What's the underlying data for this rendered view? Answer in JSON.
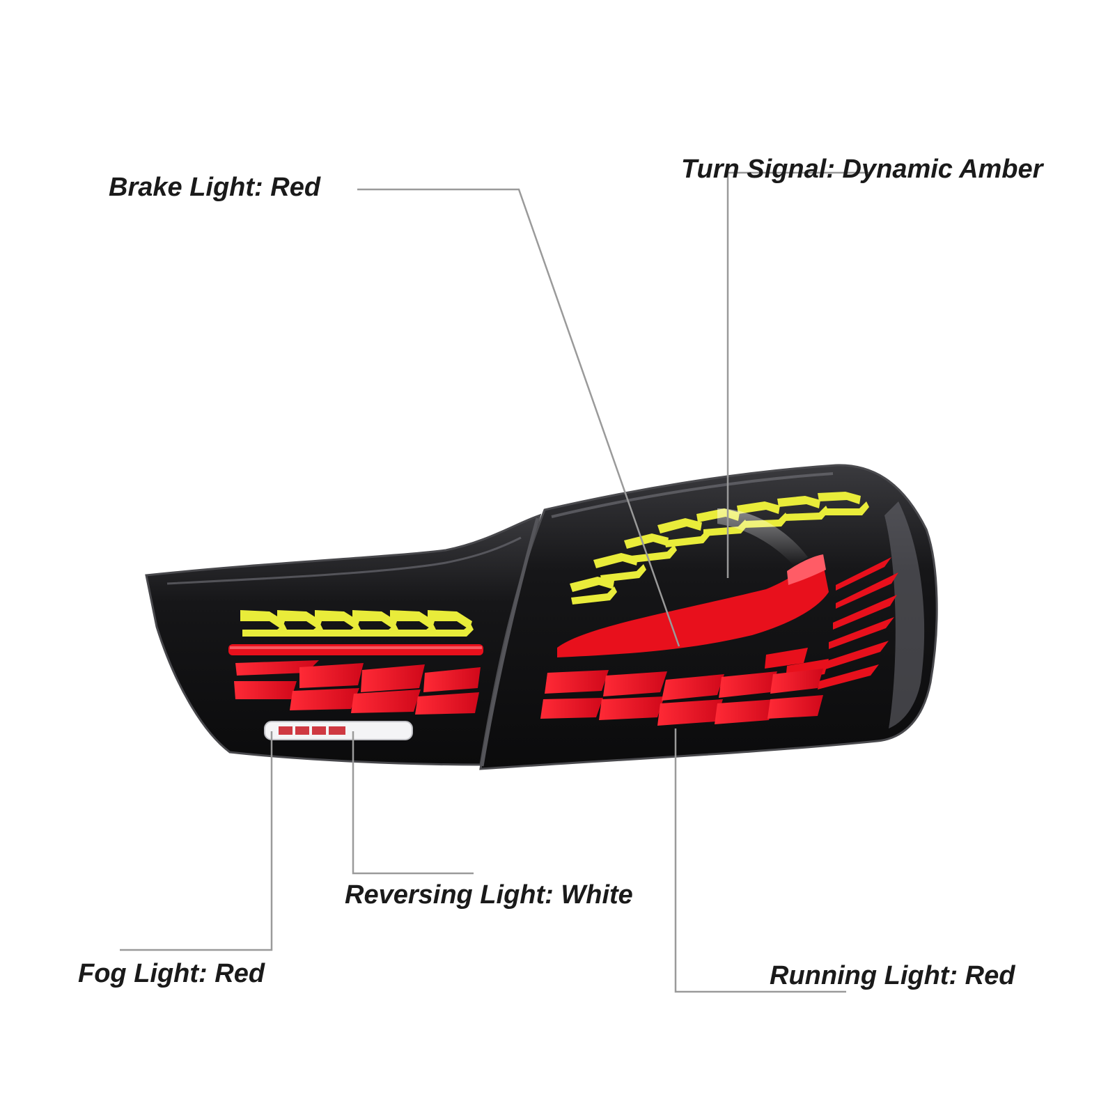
{
  "callouts": {
    "brake": "Brake Light: Red",
    "turn": "Turn Signal: Dynamic Amber",
    "reverse": "Reversing Light: White",
    "fog": "Fog Light: Red",
    "running": "Running Light: Red"
  },
  "colors": {
    "leader_line": "#9a9a9a",
    "housing": "#1b1b1d",
    "red_led": "#e8101c",
    "amber_led": "#e9ec3a",
    "reverse_white": "#f4f4f6"
  }
}
